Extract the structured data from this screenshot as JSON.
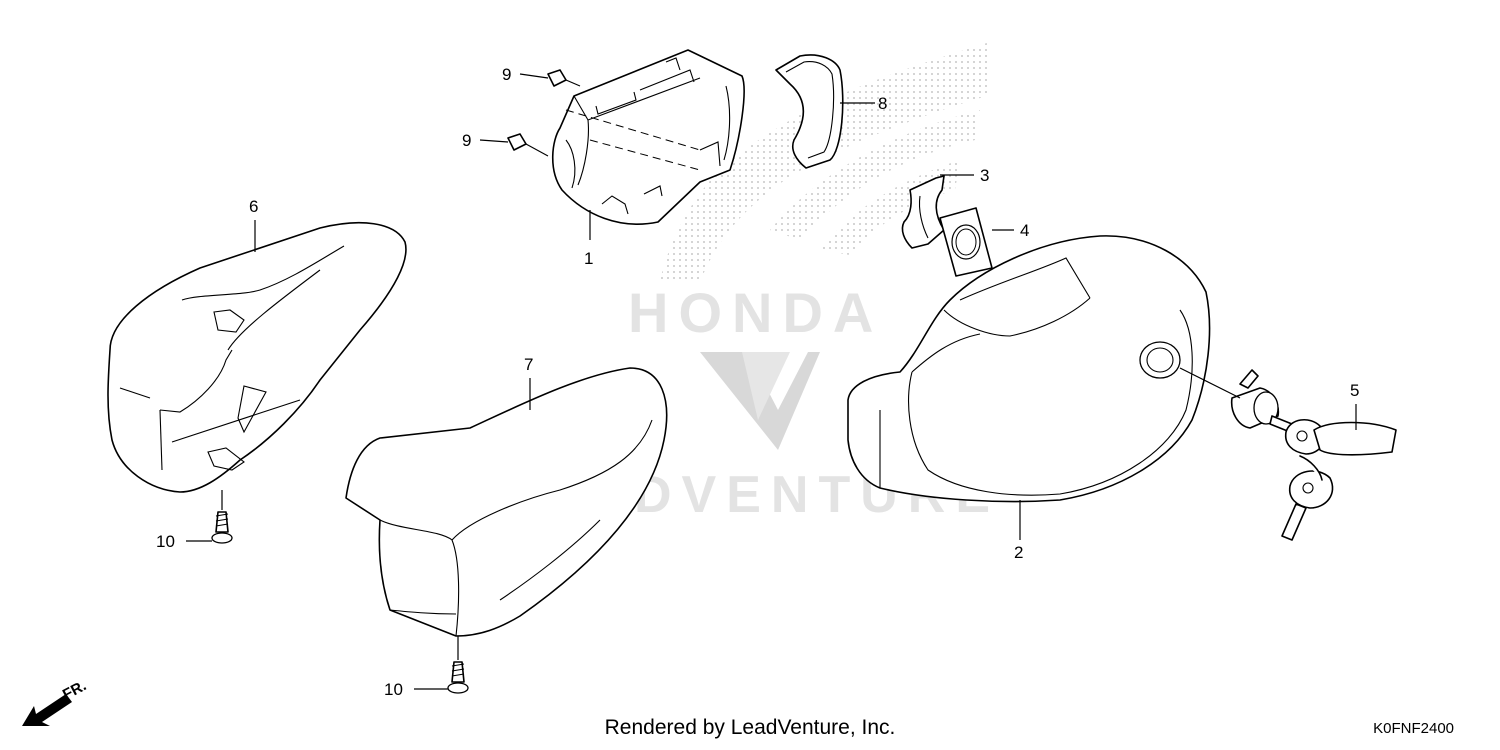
{
  "watermark": {
    "brand": "HONDA",
    "vendor": "LEADVENTURE"
  },
  "callouts": [
    "1",
    "2",
    "3",
    "4",
    "5",
    "6",
    "7",
    "8",
    "9",
    "9",
    "10",
    "10"
  ],
  "direction_label": "FR.",
  "footer": {
    "credit": "Rendered by LeadVenture, Inc.",
    "code": "K0FNF2400"
  },
  "colors": {
    "line": "#000000",
    "background": "#ffffff",
    "watermark": "#d8d8d8"
  }
}
